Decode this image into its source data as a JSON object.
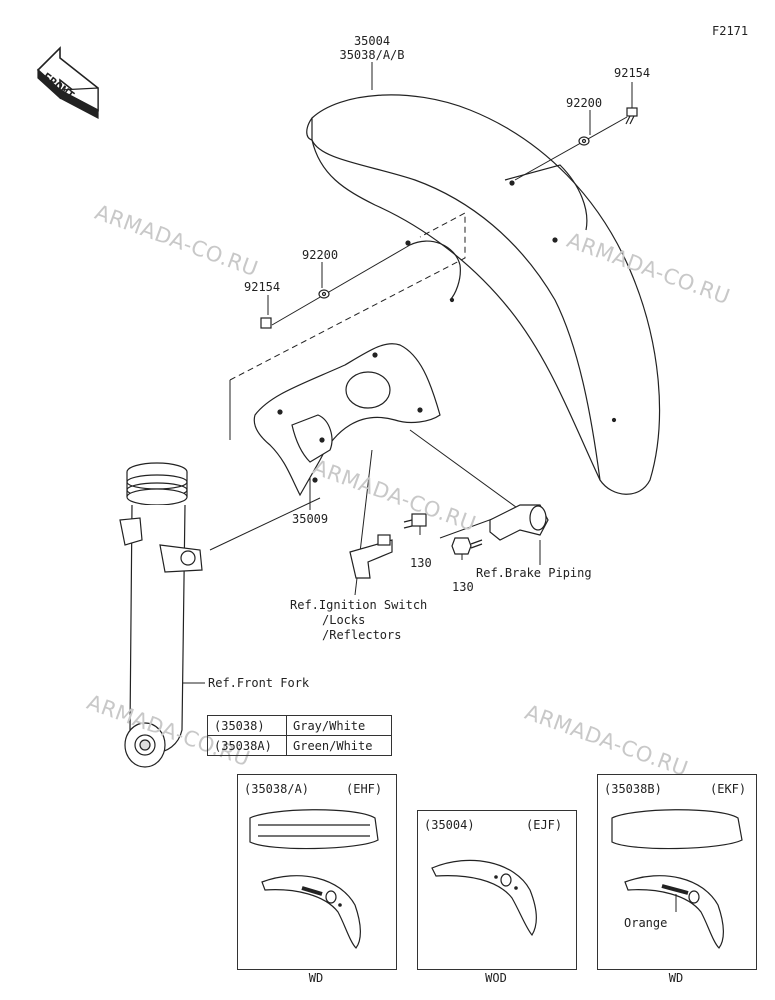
{
  "figure_code": "F2171",
  "front_label": "FRONT",
  "watermark": "ARMADA-CO.RU",
  "parts": {
    "fender_main": "35004",
    "fender_variants": "35038/A/B",
    "bolt_upper": "92154",
    "washer_upper": "92200",
    "washer_left": "92200",
    "bolt_left": "92154",
    "bracket": "35009",
    "bolt_center": "130",
    "bolt_right": "130"
  },
  "references": {
    "ignition": "Ref.Ignition Switch",
    "locks": "/Locks",
    "reflectors": "/Reflectors",
    "brake": "Ref.Brake Piping",
    "fork": "Ref.Front Fork"
  },
  "color_table": [
    {
      "part": "(35038)",
      "color": "Gray/White"
    },
    {
      "part": "(35038A)",
      "color": "Green/White"
    }
  ],
  "insets": [
    {
      "code": "(35038/A)",
      "market": "(EHF)",
      "caption": "WD"
    },
    {
      "code": "(35004)",
      "market": "(EJF)",
      "caption": "WOD"
    },
    {
      "code": "(35038B)",
      "market": "(EKF)",
      "caption": "WD",
      "note": "Orange"
    }
  ]
}
